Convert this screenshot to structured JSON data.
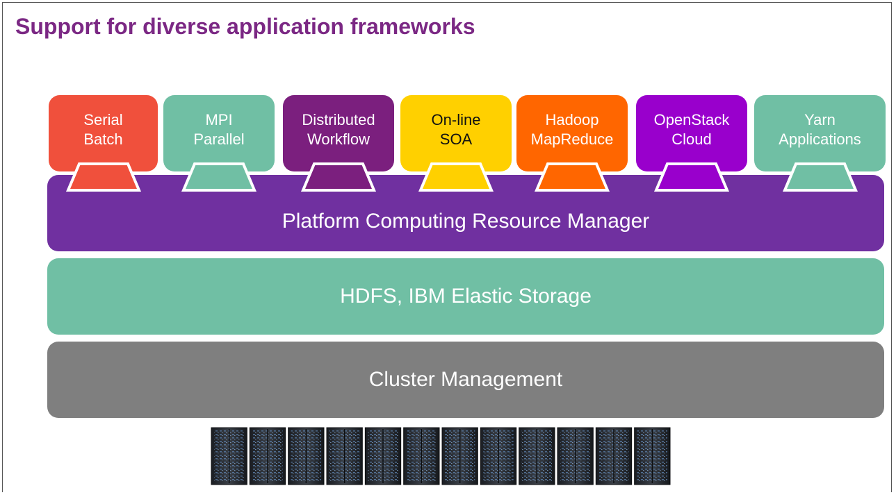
{
  "title": "Support for diverse application frameworks",
  "frameworks": [
    {
      "line1": "Serial",
      "line2": "Batch",
      "color": "#f0503c"
    },
    {
      "line1": "MPI",
      "line2": "Parallel",
      "color": "#70bfa4"
    },
    {
      "line1": "Distributed",
      "line2": "Workflow",
      "color": "#7b1f7e"
    },
    {
      "line1": "On-line",
      "line2": "SOA",
      "color": "#ffd000"
    },
    {
      "line1": "Hadoop",
      "line2": "MapReduce",
      "color": "#ff6600"
    },
    {
      "line1": "OpenStack",
      "line2": "Cloud",
      "color": "#9900cc"
    },
    {
      "line1": "Yarn",
      "line2": "Applications",
      "color": "#70bfa4"
    }
  ],
  "layers": {
    "resource_manager": "Platform Computing Resource Manager",
    "storage": "HDFS, IBM Elastic Storage",
    "cluster": "Cluster Management"
  },
  "colors": {
    "title": "#7b2884",
    "resource_manager": "#7030a0",
    "storage": "#70bfa4",
    "cluster": "#7f7f7f"
  },
  "server_rack_icon_count": 12
}
